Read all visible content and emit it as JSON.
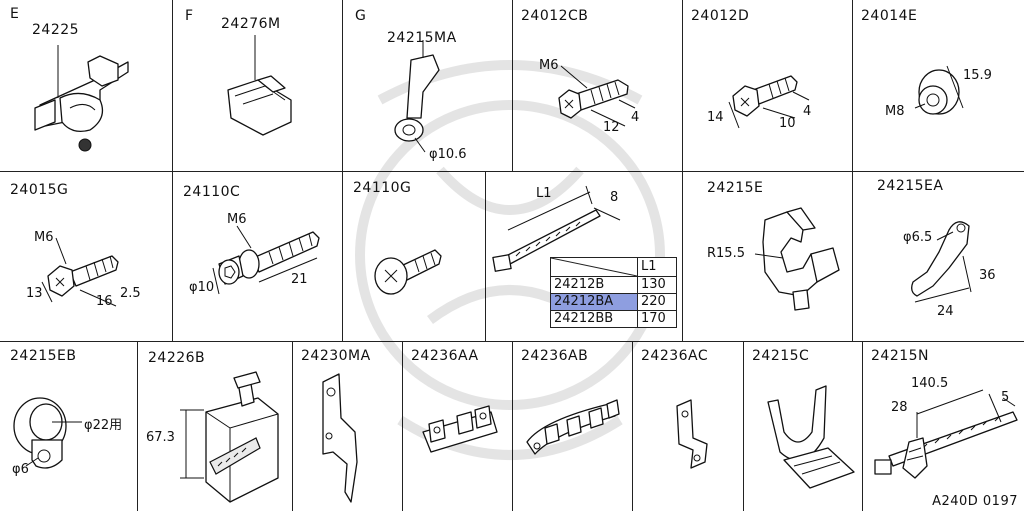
{
  "sections": {
    "E": "E",
    "F": "F",
    "G": "G"
  },
  "parts": {
    "p24225": "24225",
    "p24276M": "24276M",
    "p24215MA": "24215MA",
    "p24012CB": "24012CB",
    "p24012D": "24012D",
    "p24014E": "24014E",
    "p24015G": "24015G",
    "p24110C": "24110C",
    "p24110G": "24110G",
    "p24215E": "24215E",
    "p24215EA": "24215EA",
    "p24215EB": "24215EB",
    "p24226B": "24226B",
    "p24230MA": "24230MA",
    "p24236AA": "24236AA",
    "p24236AB": "24236AB",
    "p24236AC": "24236AC",
    "p24215C": "24215C",
    "p24215N": "24215N"
  },
  "dims": {
    "g_d": "φ10.6",
    "cb_m": "M6",
    "cb_12": "12",
    "cb_4": "4",
    "d_14": "14",
    "d_10": "10",
    "d_4": "4",
    "e_159": "15.9",
    "e_m8": "M8",
    "g15_m6": "M6",
    "g15_13": "13",
    "g15_16": "16",
    "g15_25": "2.5",
    "c_m6": "M6",
    "c_d10": "φ10",
    "c_21": "21",
    "tie_l1": "L1",
    "tie_8": "8",
    "e_r": "R15.5",
    "ea_d": "φ6.5",
    "ea_36": "36",
    "ea_24": "24",
    "eb_22": "φ22用",
    "eb_6": "φ6",
    "b_673": "67.3",
    "n_1405": "140.5",
    "n_28": "28",
    "n_5": "5"
  },
  "length_table": {
    "header": "L1",
    "rows": [
      {
        "part": "24212B",
        "value": "130"
      },
      {
        "part": "24212BA",
        "value": "220"
      },
      {
        "part": "24212BB",
        "value": "170"
      }
    ]
  },
  "doc_code": "A240D 0197"
}
